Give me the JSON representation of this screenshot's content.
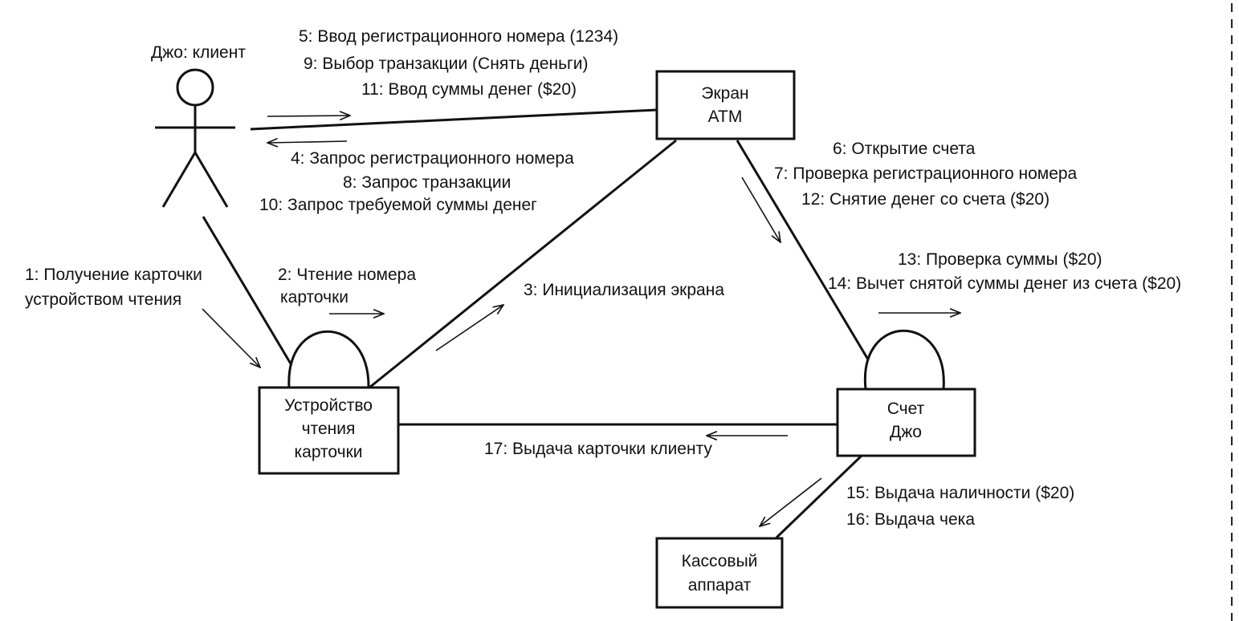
{
  "actor": {
    "label": "Джо: клиент"
  },
  "objects": {
    "atm_screen": [
      "Экран",
      "ATM"
    ],
    "card_reader": [
      "Устройство",
      "чтения",
      "карточки"
    ],
    "account": [
      "Счет",
      "Джо"
    ],
    "cash_register": [
      "Кассовый",
      "аппарат"
    ]
  },
  "messages": {
    "m5": "5: Ввод регистрационного номера (1234)",
    "m9": "9: Выбор транзакции (Снять деньги)",
    "m11": "11: Ввод суммы денег ($20)",
    "m4": "4: Запрос регистрационного номера",
    "m8": "8: Запрос транзакции",
    "m10": "10: Запрос требуемой суммы денег",
    "m6": "6: Открытие счета",
    "m7": "7: Проверка регистрационного номера",
    "m12": "12: Снятие денег со счета ($20)",
    "m13": "13: Проверка суммы ($20)",
    "m14": "14: Вычет снятой суммы денег из счета ($20)",
    "m1_line1": "1: Получение карточки",
    "m1_line2": "устройством чтения",
    "m2_line1": "2: Чтение номера",
    "m2_line2": "карточки",
    "m3": "3: Инициализация экрана",
    "m17": "17: Выдача карточки клиенту",
    "m15": "15: Выдача наличности ($20)",
    "m16": "16: Выдача чека"
  }
}
